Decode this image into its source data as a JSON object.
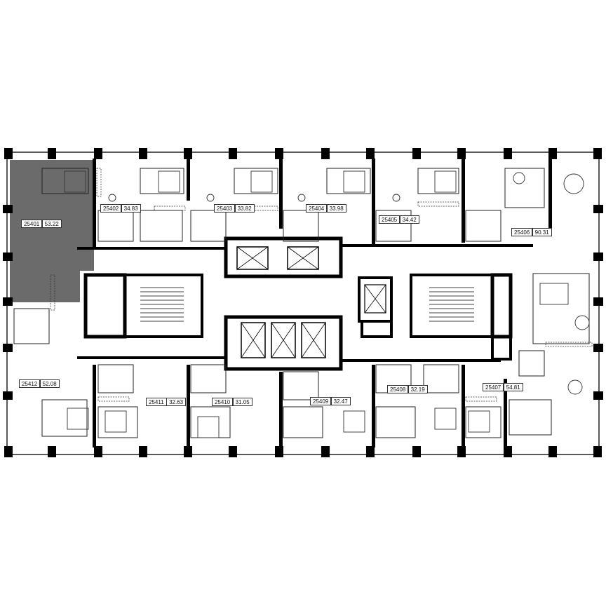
{
  "floorplan": {
    "selected_unit": "25401",
    "colors": {
      "selected_fill": "#6b6b6b",
      "wall": "#000000",
      "line": "#444444",
      "background": "#ffffff"
    },
    "units": [
      {
        "id": "25401",
        "area": "53.22"
      },
      {
        "id": "25402",
        "area": "34.83"
      },
      {
        "id": "25403",
        "area": "33.82"
      },
      {
        "id": "25404",
        "area": "33.98"
      },
      {
        "id": "25405",
        "area": "34.42"
      },
      {
        "id": "25406",
        "area": "90.31"
      },
      {
        "id": "25407",
        "area": "54.81"
      },
      {
        "id": "25408",
        "area": "32.19"
      },
      {
        "id": "25409",
        "area": "32.47"
      },
      {
        "id": "25410",
        "area": "31.05"
      },
      {
        "id": "25411",
        "area": "32.63"
      },
      {
        "id": "25412",
        "area": "52.08"
      }
    ]
  }
}
